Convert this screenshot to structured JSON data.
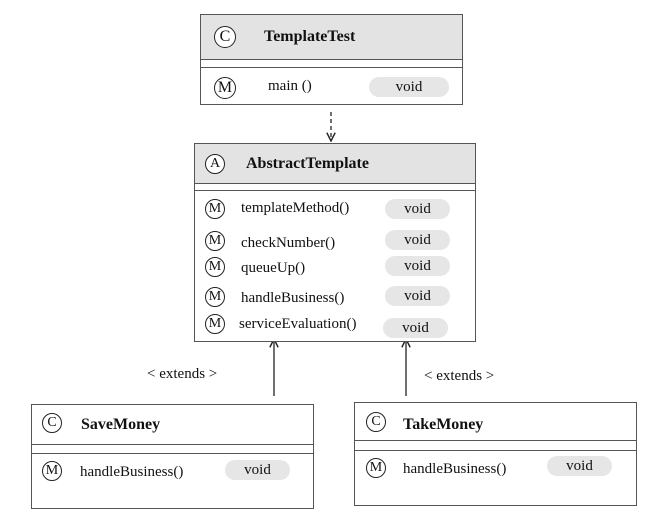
{
  "diagram": {
    "classes": [
      {
        "id": "template-test",
        "stereotype": "C",
        "name": "TemplateTest",
        "methods": [
          {
            "badge": "M",
            "name": "main ()",
            "returns": "void"
          }
        ]
      },
      {
        "id": "abstract-template",
        "stereotype": "A",
        "name": "AbstractTemplate",
        "methods": [
          {
            "badge": "M",
            "name": "templateMethod()",
            "returns": "void"
          },
          {
            "badge": "M",
            "name": "checkNumber()",
            "returns": "void"
          },
          {
            "badge": "M",
            "name": "queueUp()",
            "returns": "void"
          },
          {
            "badge": "M",
            "name": "handleBusiness()",
            "returns": "void"
          },
          {
            "badge": "M",
            "name": "serviceEvaluation()",
            "returns": "void"
          }
        ]
      },
      {
        "id": "save-money",
        "stereotype": "C",
        "name": "SaveMoney",
        "methods": [
          {
            "badge": "M",
            "name": "handleBusiness()",
            "returns": "void"
          }
        ]
      },
      {
        "id": "take-money",
        "stereotype": "C",
        "name": "TakeMoney",
        "methods": [
          {
            "badge": "M",
            "name": "handleBusiness()",
            "returns": "void"
          }
        ]
      }
    ],
    "relations": [
      {
        "from": "template-test",
        "to": "abstract-template",
        "kind": "dependency",
        "label": ""
      },
      {
        "from": "save-money",
        "to": "abstract-template",
        "kind": "extends",
        "label": "< extends >"
      },
      {
        "from": "take-money",
        "to": "abstract-template",
        "kind": "extends",
        "label": "< extends >"
      }
    ]
  }
}
